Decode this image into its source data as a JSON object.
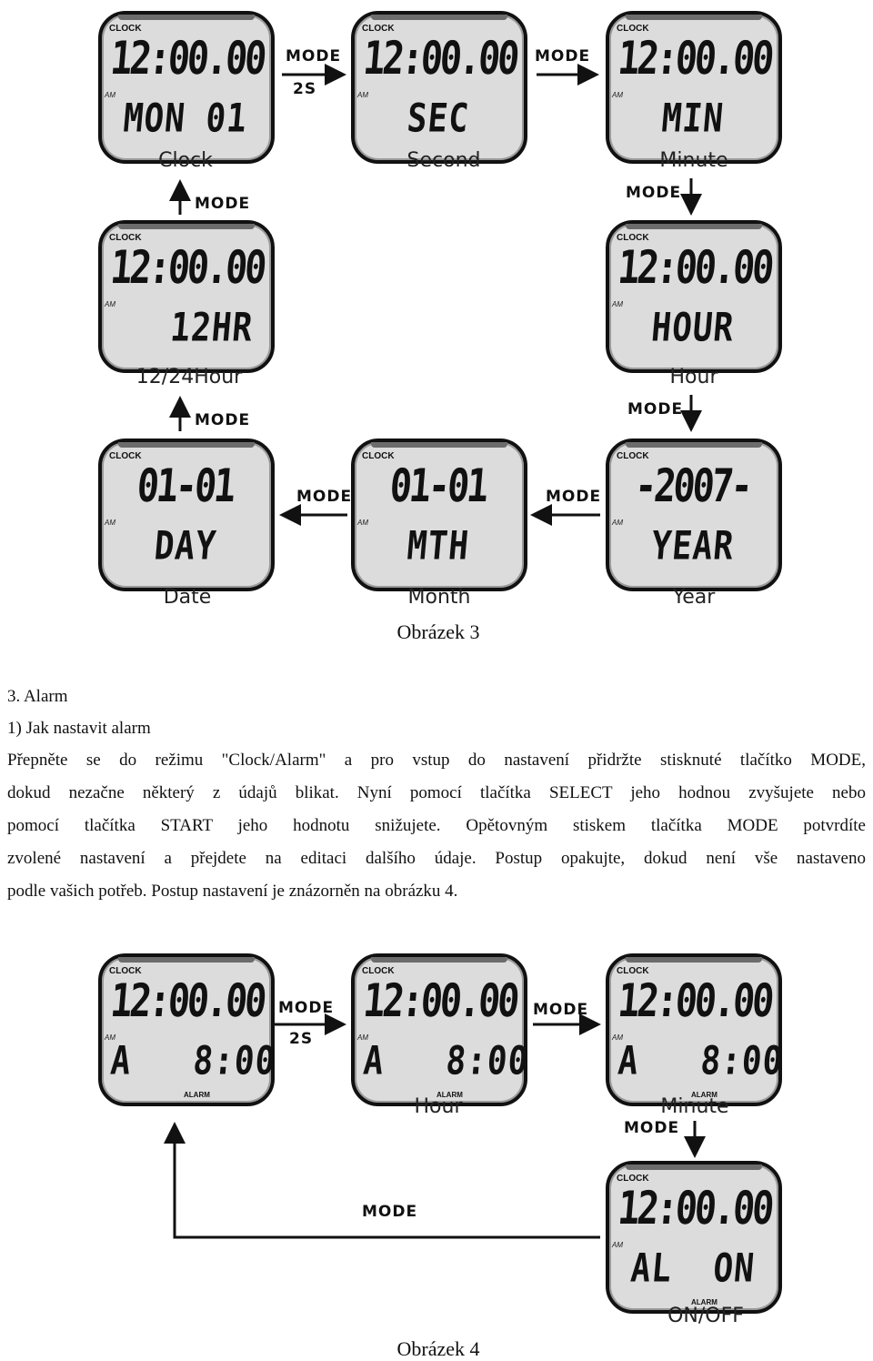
{
  "fig3": {
    "label": "Obrázek 3",
    "displays": [
      {
        "line1": "12:00.00",
        "line2": "MON 01"
      },
      {
        "line1": "12:00.00",
        "line2": "SEC"
      },
      {
        "line1": "12:00.00",
        "line2": "MIN"
      },
      {
        "line1": "12:00.00",
        "line2": "12HR"
      },
      {
        "line1": "12:00.00",
        "line2": "HOUR"
      },
      {
        "line1": "01-01",
        "line2": "DAY"
      },
      {
        "line1": "01-01",
        "line2": "MTH"
      },
      {
        "line1": "-2007-",
        "line2": "YEAR"
      }
    ],
    "captions": [
      "Clock",
      "Second",
      "Minute",
      "12/24Hour",
      "Hour",
      "Date",
      "Month",
      "Year"
    ],
    "mode": "MODE",
    "hold": "2S",
    "lcd_clock": "CLOCK",
    "lcd_am": "AM"
  },
  "section": {
    "heading": "3. Alarm",
    "subheading": "1) Jak nastavit alarm",
    "lines": [
      "Přepněte se do režimu \"Clock/Alarm\" a pro vstup do nastavení přidržte stisknuté tlačítko MODE,",
      "dokud nezačne některý z údajů blikat. Nyní pomocí tlačítka SELECT jeho hodnou zvyšujete nebo",
      "pomocí tlačítka START jeho hodnotu snižujete. Opětovným stiskem tlačítka MODE potvrdíte",
      "zvolené nastavení a přejdete na editaci dalšího údaje. Postup opakujte, dokud není vše nastaveno",
      "podle vašich potřeb. Postup nastavení je znázorněn na obrázku 4."
    ]
  },
  "fig4": {
    "label": "Obrázek 4",
    "displays": [
      {
        "line1": "12:00.00",
        "line2": "A   8:00"
      },
      {
        "line1": "12:00.00",
        "line2": "A   8:00"
      },
      {
        "line1": "12:00.00",
        "line2": "A   8:00"
      },
      {
        "line1": "12:00.00",
        "line2": "AL  ON"
      }
    ],
    "captions": [
      "Hour",
      "Minute",
      "ON/OFF"
    ],
    "mode": "MODE",
    "hold": "2S",
    "lcd_clock": "CLOCK",
    "lcd_am": "AM",
    "lcd_alarm": "ALARM"
  }
}
